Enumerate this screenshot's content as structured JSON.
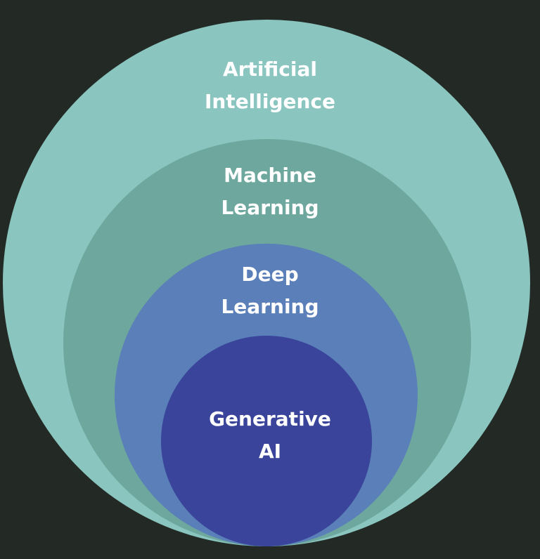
{
  "diagram": {
    "layers": [
      {
        "line1": "Artificial",
        "line2": "Intelligence",
        "color": "#8ac5bf"
      },
      {
        "line1": "Machine",
        "line2": "Learning",
        "color": "#6ea79d"
      },
      {
        "line1": "Deep",
        "line2": "Learning",
        "color": "#5a7fb9"
      },
      {
        "line1": "Generative",
        "line2": "AI",
        "color": "#39449a"
      }
    ],
    "background": "#232a25"
  }
}
